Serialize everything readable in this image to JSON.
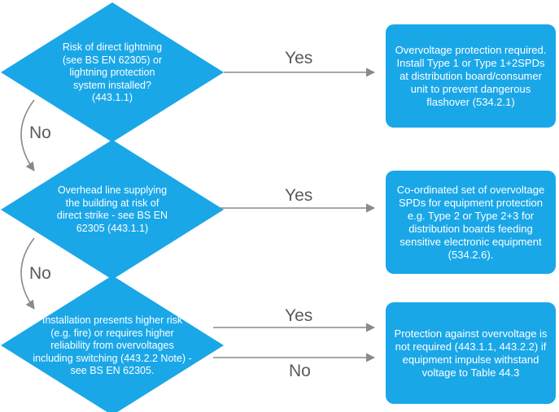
{
  "diagram": {
    "decisions": [
      {
        "id": "d1",
        "text": "Risk of direct lightning (see BS EN 62305) or lightning protection system installed? (443.1.1)"
      },
      {
        "id": "d2",
        "text": "Overhead line supplying the building at risk of direct strike - see BS EN 62305 (443.1.1)"
      },
      {
        "id": "d3",
        "text": "Installation presents higher risk (e.g. fire) or requires higher reliability from overvoltages including switching (443.2.2 Note) - see BS EN 62305."
      }
    ],
    "outcomes": [
      {
        "id": "o1",
        "text": "Overvoltage protection required. Install Type 1 or Type 1+2SPDs at distribution board/consumer unit to prevent dangerous flashover (534.2.1)"
      },
      {
        "id": "o2",
        "text": "Co-ordinated set of overvoltage SPDs for equipment protection e.g. Type 2 or Type 2+3 for distribution boards feeding sensitive electronic equipment (534.2.6)."
      },
      {
        "id": "o3",
        "text": "Protection against overvoltage is not required (443.1.1, 443.2.2) if equipment impulse withstand voltage to Table 44.3"
      }
    ],
    "labels": {
      "yes": "Yes",
      "no": "No"
    },
    "colors": {
      "shape_fill": "#1aa7e8",
      "shape_text": "#ffffff",
      "arrow": "#8a8a8a",
      "label": "#5a5a5a"
    }
  }
}
